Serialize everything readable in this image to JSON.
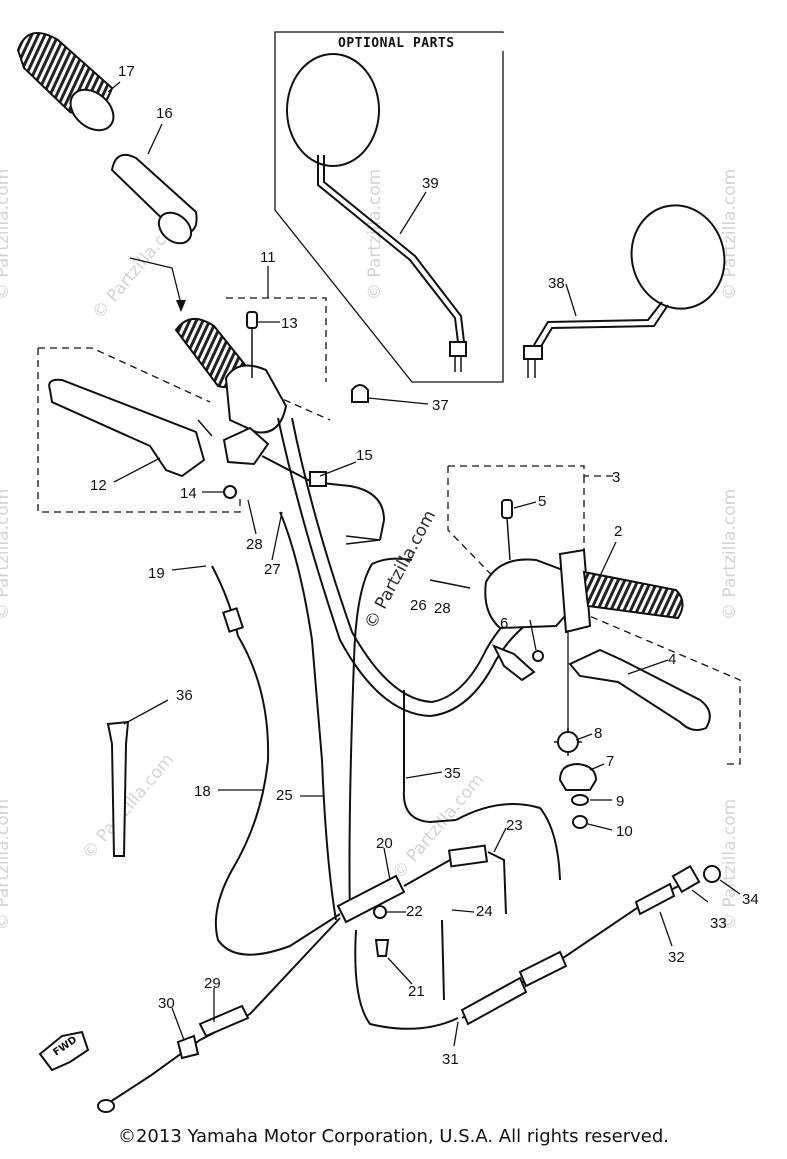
{
  "diagram": {
    "optional_parts_label": "OPTIONAL PARTS",
    "fwd_label": "FWD",
    "copyright": "©2013 Yamaha Motor Corporation, U.S.A. All rights reserved.",
    "watermark": "© Partzilla.com",
    "callouts": {
      "c2": "2",
      "c3": "3",
      "c4": "4",
      "c5": "5",
      "c6": "6",
      "c7": "7",
      "c8": "8",
      "c9": "9",
      "c10": "10",
      "c11": "11",
      "c12": "12",
      "c13": "13",
      "c14": "14",
      "c15": "15",
      "c16": "16",
      "c17": "17",
      "c18": "18",
      "c19": "19",
      "c20": "20",
      "c21": "21",
      "c22": "22",
      "c23": "23",
      "c24": "24",
      "c25": "25",
      "c26": "26",
      "c27": "27",
      "c28a": "28",
      "c28b": "28",
      "c29": "29",
      "c30": "30",
      "c31": "31",
      "c32": "32",
      "c33": "33",
      "c34": "34",
      "c35": "35",
      "c36": "36",
      "c37": "37",
      "c38": "38",
      "c39": "39"
    }
  }
}
